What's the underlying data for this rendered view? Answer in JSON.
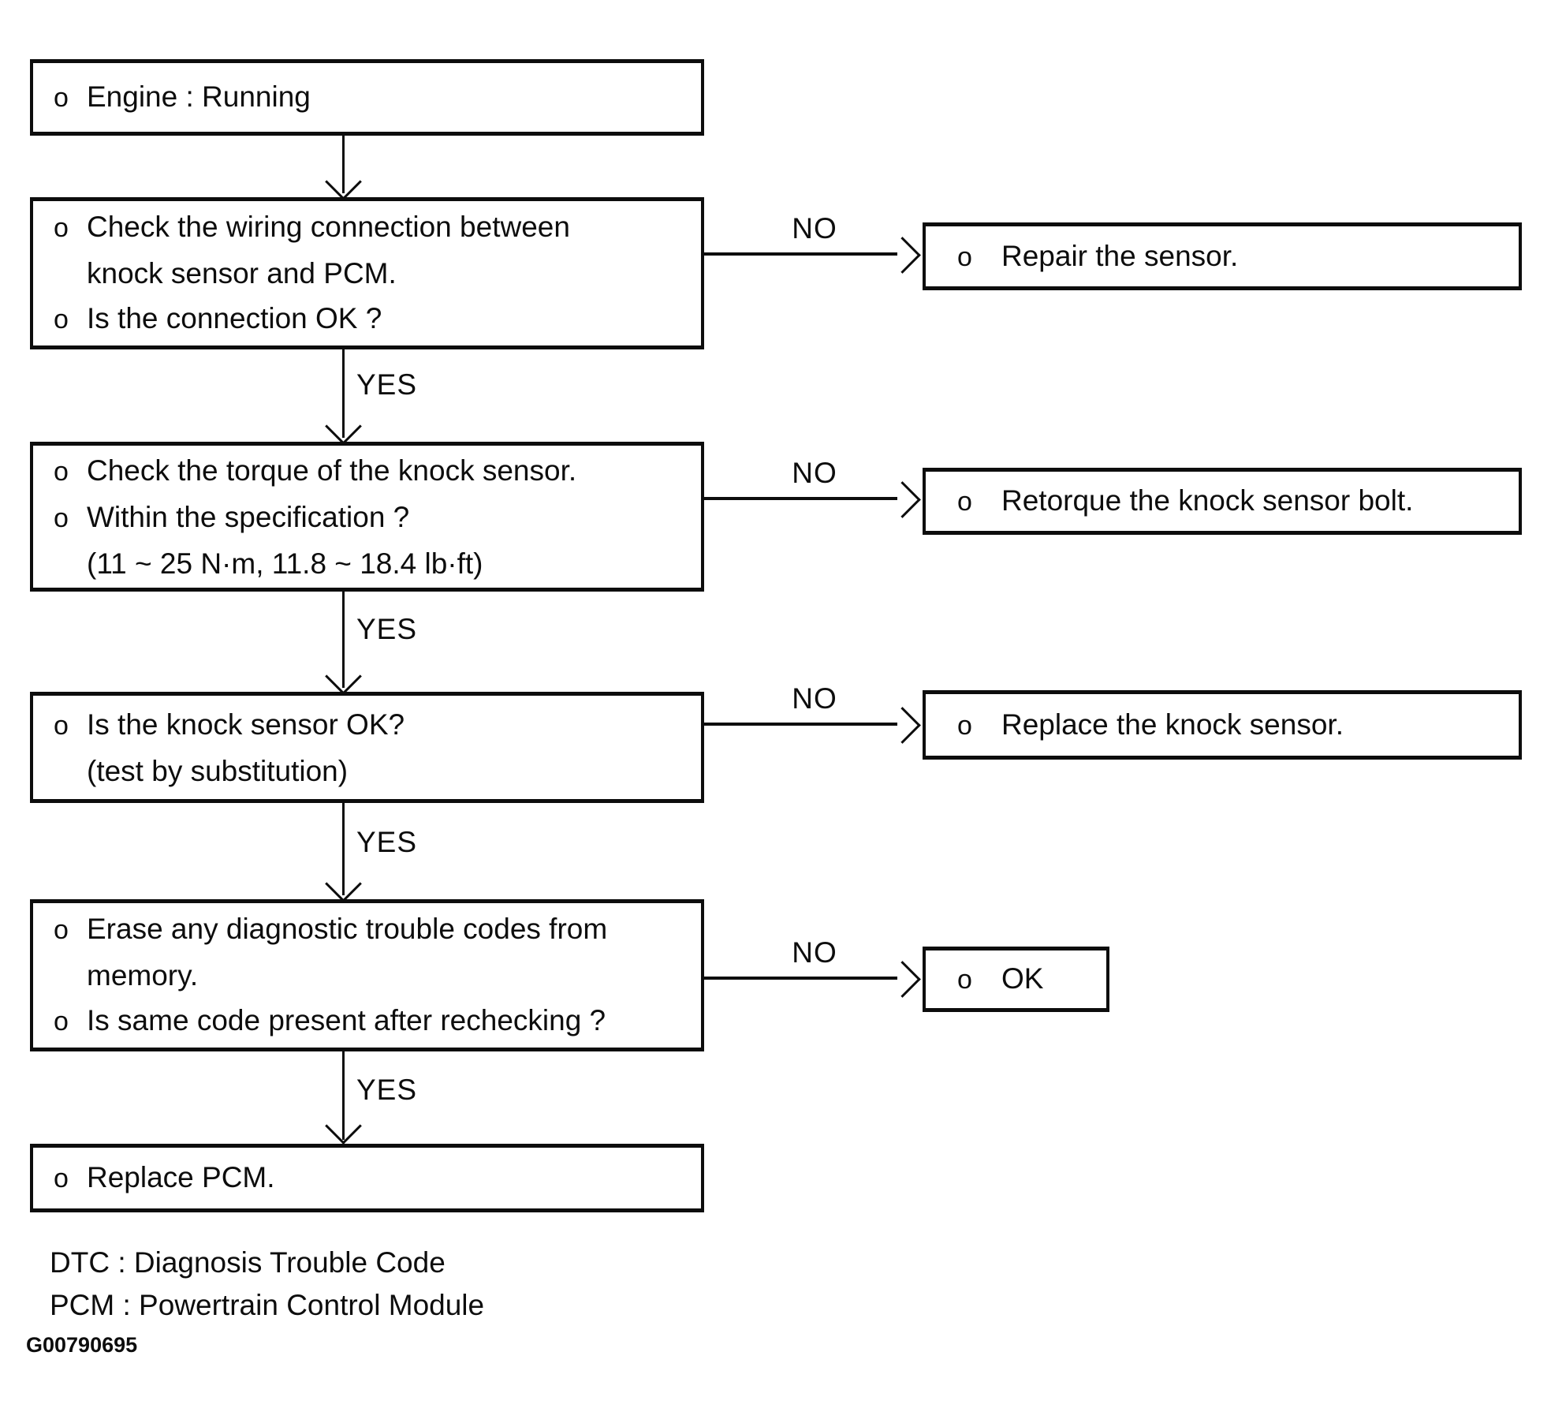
{
  "labels": {
    "bullet": "o",
    "yes": "YES",
    "no": "NO"
  },
  "nodes": {
    "engine_running": {
      "lines": [
        "Engine : Running"
      ]
    },
    "check_wiring": {
      "lines": [
        "Check the wiring connection between",
        "knock sensor and PCM.",
        "Is the connection OK ?"
      ]
    },
    "check_torque": {
      "lines": [
        "Check the torque of the knock sensor.",
        "Within the specification ?",
        "(11 ~ 25 N·m, 11.8 ~ 18.4 lb·ft)"
      ]
    },
    "knock_sensor_ok": {
      "lines": [
        "Is the knock sensor OK?",
        "(test by substitution)"
      ]
    },
    "erase_codes": {
      "lines": [
        "Erase any diagnostic trouble codes from",
        "memory.",
        "Is same code present after rechecking ?"
      ]
    },
    "replace_pcm": {
      "lines": [
        "Replace PCM."
      ]
    },
    "repair_sensor": {
      "lines": [
        "Repair the sensor."
      ]
    },
    "retorque_bolt": {
      "lines": [
        "Retorque the knock sensor bolt."
      ]
    },
    "replace_sensor": {
      "lines": [
        "Replace the knock sensor."
      ]
    },
    "ok": {
      "lines": [
        "OK"
      ]
    }
  },
  "legend": {
    "dtc": "DTC : Diagnosis Trouble Code",
    "pcm": "PCM : Powertrain Control Module"
  },
  "figure_code": "G00790695",
  "colors": {
    "ink": "#0d0d0d",
    "background": "#ffffff"
  }
}
